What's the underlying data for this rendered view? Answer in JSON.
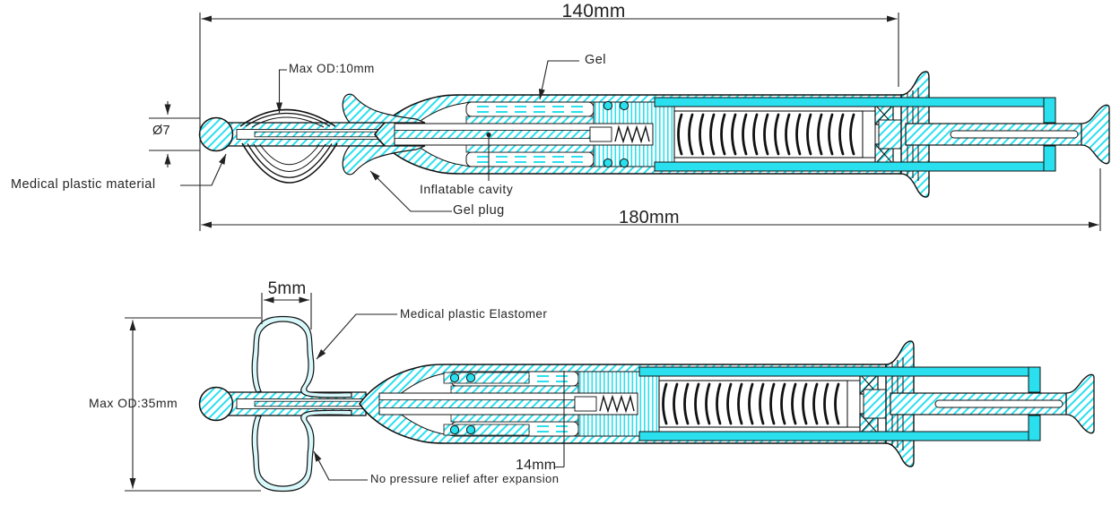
{
  "top_view": {
    "dim_140mm": "140mm",
    "dim_180mm": "180mm",
    "label_max_od": "Max OD:10mm",
    "label_gel": "Gel",
    "dim_tip_diameter": "Ø7",
    "label_medical_plastic_material": "Medical plastic material",
    "label_inflatable_cavity": "Inflatable cavity",
    "label_gel_plug": "Gel plug"
  },
  "bottom_view": {
    "dim_5mm": "5mm",
    "label_medical_plastic_elastomer": "Medical plastic Elastomer",
    "dim_max_od": "Max OD:35mm",
    "dim_14mm": "14mm",
    "label_no_pressure_relief": "No pressure relief after expansion"
  },
  "colors": {
    "accent_cyan": "#2ae0ee",
    "text": "#262626",
    "line": "#1c1c1c"
  }
}
